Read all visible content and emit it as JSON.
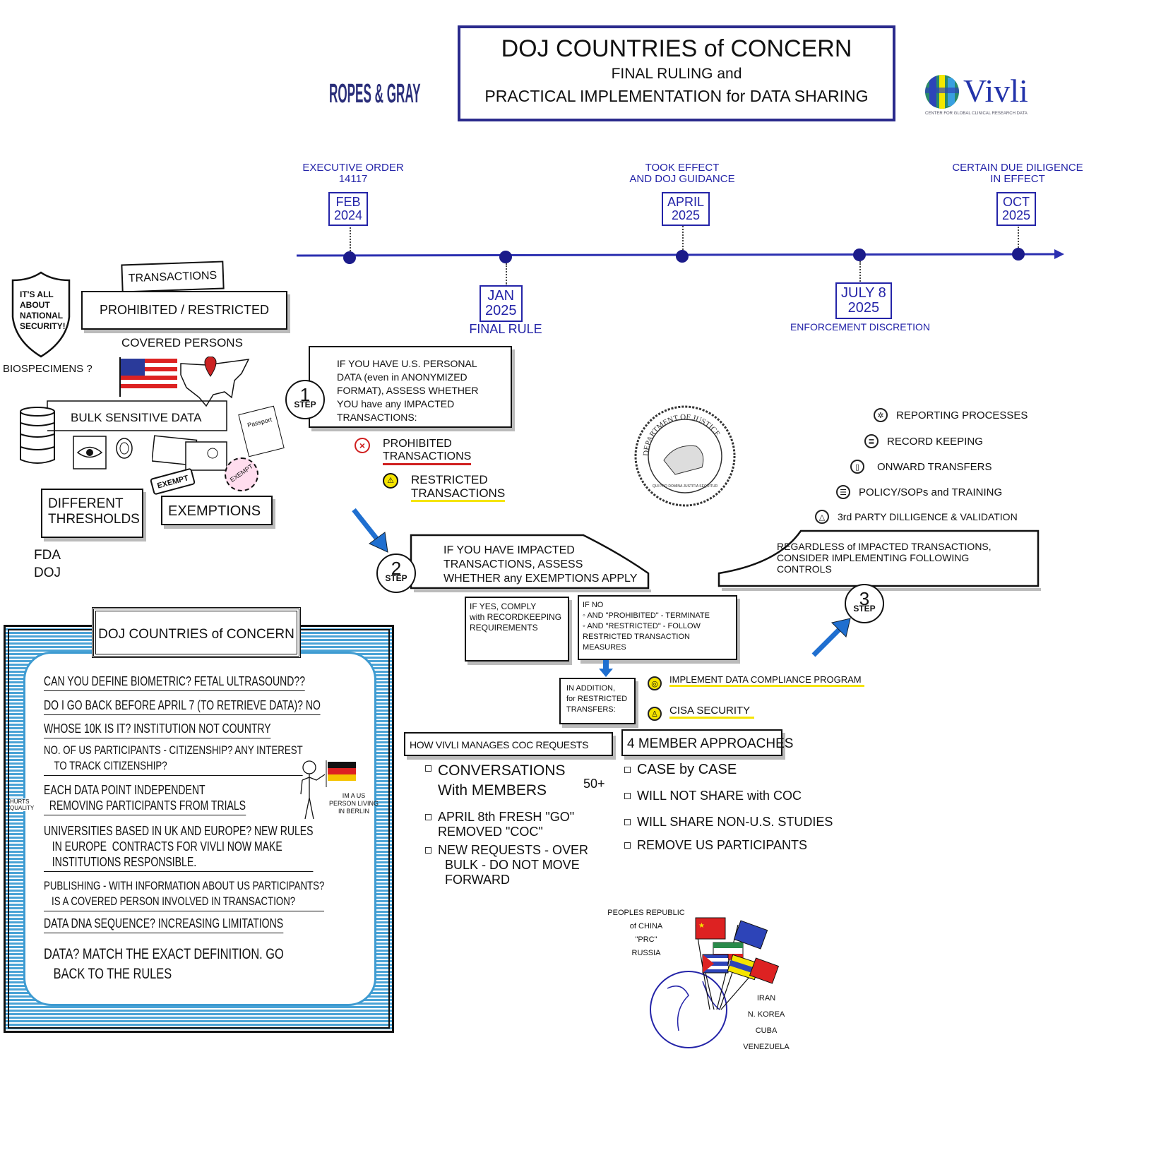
{
  "header": {
    "title_line1": "DOJ COUNTRIES of CONCERN",
    "title_line2": "FINAL RULING and",
    "title_line3": "PRACTICAL IMPLEMENTATION for DATA SHARING",
    "ropes_gray_logo": "ROPES & GRAY",
    "vivli_logo": "Vivli",
    "vivli_tagline": "CENTER FOR GLOBAL CLINICAL RESEARCH DATA"
  },
  "timeline": {
    "events": [
      {
        "label": "EXECUTIVE ORDER\n14117",
        "date": "FEB\n2024"
      },
      {
        "label": "FINAL RULE",
        "date": "JAN\n2025"
      },
      {
        "label": "TOOK EFFECT\nand DOJ GUIDANCE",
        "date": "APRIL\n2025"
      },
      {
        "label": "ENFORCEMENT DISCRETION",
        "date": "JULY 8\n2025"
      },
      {
        "label": "CERTAIN DUE DILIGENCE\nin EFFECT",
        "date": "OCT\n2025"
      }
    ]
  },
  "overview": {
    "shield": "IT'S ALL\nABOUT\nNATIONAL\nSECURITY!",
    "transactions_tag": "TRANSACTIONS",
    "prohibited_restricted": "PROHIBITED / RESTRICTED",
    "covered_persons": "COVERED PERSONS",
    "biospecimens": "BIOSPECIMENS ?",
    "bulk_sensitive_data": "BULK SENSITIVE DATA",
    "passport": "Passport",
    "different_thresholds": "DIFFERENT\nTHRESHOLDS",
    "exemptions": "EXEMPTIONS",
    "exempt_stamp": "EXEMPT",
    "agencies": "FDA\nDOJ"
  },
  "qa_panel": {
    "title": "DOJ COUNTRIES of CONCERN",
    "lines": [
      "CAN YOU DEFINE BIOMETRIC? FETAL ULTRASOUND??",
      "DO I GO BACK BEFORE APRIL 7 (to RETRIEVE DATA)? NO",
      "WHOSE 10K IS IT? INSTITUTION NOT COUNTRY",
      "NO. of US PARTICIPANTS - CITIZENSHIP? ANY INTEREST\n    to TRACK CITIZENSHIP?",
      "EACH DATA POINT INDEPENDENT\n  REMOVING PARTICIPANTS FROM TRIALS",
      "UNIVERSITIES BASED in UK and EUROPE? NEW RULES\n   in EUROPE  CONTRACTS for VIVLI NOW MAKE\n   INSTITUTIONS RESPONSIBLE.",
      "PUBLISHING - with INFORMATION ABOUT US PARTICIPANTS?\n   IS A COVERED PERSON INVOLVED in TRANSACTION?",
      "DATA DNA SEQUENCE? INCREASING LIMITATIONS",
      "DATA? MATCH the EXACT DEFINITION. GO\n   BACK to the RULES"
    ],
    "hurts_quality": "HURTS\nQUALITY",
    "berlin_note": "IM A US\nPERSON LIVING\nin BERLIN"
  },
  "steps": {
    "step_word": "STEP",
    "step1": {
      "number": "1",
      "text": "IF YOU HAVE U.S. PERSONAL\nDATA (even in ANONYMIZED\nFORMAT), ASSESS WHETHER\nYOU have any IMPACTED\nTRANSACTIONS:"
    },
    "prohibited": "PROHIBITED\nTRANSACTIONS",
    "restricted": "RESTRICTED\nTRANSACTIONS",
    "step2": {
      "number": "2",
      "text": "IF YOU HAVE IMPACTED\nTRANSACTIONS, ASSESS\nWHETHER any EXEMPTIONS APPLY"
    },
    "if_yes": "IF YES, COMPLY\nwith RECORDKEEPING\nREQUIREMENTS",
    "if_no": "IF NO\n◦ AND \"PROHIBITED\" - TERMINATE\n◦ AND \"RESTRICTED\" - FOLLOW\nRESTRICTED TRANSACTION\nMEASURES",
    "in_addition": "IN ADDITION,\nfor RESTRICTED\nTRANSFERS:",
    "implement_program": "IMPLEMENT DATA COMPLIANCE PROGRAM",
    "cisa_security": "CISA SECURITY",
    "step3": {
      "number": "3",
      "text": "REGARDLESS of IMPACTED TRANSACTIONS,\nCONSIDER IMPLEMENTING FOLLOWING\nCONTROLS"
    },
    "controls": [
      {
        "icon": "gear-icon",
        "label": "REPORTING PROCESSES"
      },
      {
        "icon": "database-icon",
        "label": "RECORD KEEPING"
      },
      {
        "icon": "document-icon",
        "label": "ONWARD TRANSFERS"
      },
      {
        "icon": "list-icon",
        "label": "POLICY/SOPs and TRAINING"
      },
      {
        "icon": "triangle-icon",
        "label": "3rd PARTY DILLIGENCE & VALIDATION"
      }
    ]
  },
  "seal": {
    "text": "DEPARTMENT OF JUSTICE",
    "motto": "QUI PRO DOMINA JUSTITIA SEQUITUR"
  },
  "vivli_manages": {
    "title": "HOW VIVLI MANAGES COC REQUESTS",
    "items": [
      "CONVERSATIONS\n   With MEMBERS",
      "APRIL 8th FRESH \"GO\"\n  REMOVED \"COC\"",
      "NEW REQUESTS - OVER\n  BULK - DO NOT MOVE\n  FORWARD"
    ],
    "count_note": "50+"
  },
  "member_approaches": {
    "title": "4 MEMBER APPROACHES",
    "items": [
      "CASE by CASE",
      "WILL NOT SHARE with COC",
      "WILL SHARE NON-U.S. STUDIES",
      "REMOVE US PARTICIPANTS"
    ]
  },
  "countries": {
    "left": "PEOPLES REPUBLIC\nof CHINA\n\"PRC\"\nRUSSIA",
    "right": "IRAN\nN. KOREA\nCUBA\nVENEZUELA"
  },
  "colors": {
    "navy": "#2424a8",
    "accent_blue": "#1f6fd0",
    "red": "#d02020",
    "yellow": "#f5e400"
  }
}
